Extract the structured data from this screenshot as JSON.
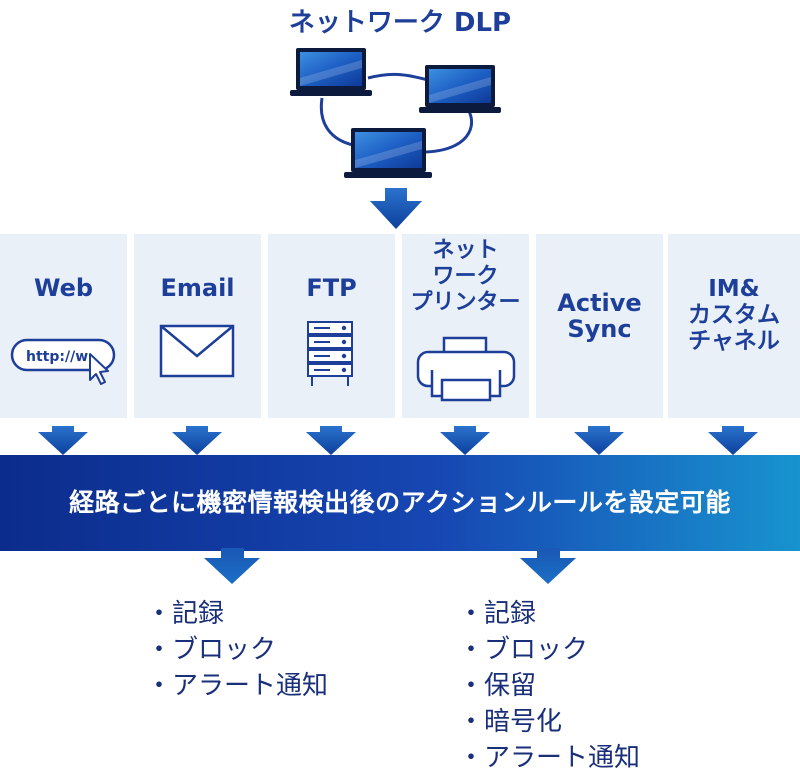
{
  "header": {
    "title": "ネットワーク DLP"
  },
  "channels": [
    {
      "lines": [
        "Web"
      ],
      "icon": "browser-url-icon",
      "icon_text": "http://w"
    },
    {
      "lines": [
        "Email"
      ],
      "icon": "envelope-icon"
    },
    {
      "lines": [
        "FTP"
      ],
      "icon": "server-icon"
    },
    {
      "lines": [
        "ネット",
        "ワーク",
        "プリンター"
      ],
      "icon": "printer-icon"
    },
    {
      "lines": [
        "Active",
        "Sync"
      ]
    },
    {
      "lines": [
        "IM&",
        "カスタム",
        "チャネル"
      ]
    }
  ],
  "banner": {
    "text": "経路ごとに機密情報検出後のアクションルールを設定可能"
  },
  "actions_left": [
    "・記録",
    "・ブロック",
    "・アラート通知"
  ],
  "actions_right": [
    "・記録",
    "・ブロック",
    "・保留",
    "・暗号化",
    "・アラート通知"
  ],
  "colors": {
    "primary": "#1d3f9a",
    "arrow": "#1b5fb8",
    "panel": "#e9f0f8",
    "banner_start": "#0b2c8c",
    "banner_end": "#1893cf"
  }
}
